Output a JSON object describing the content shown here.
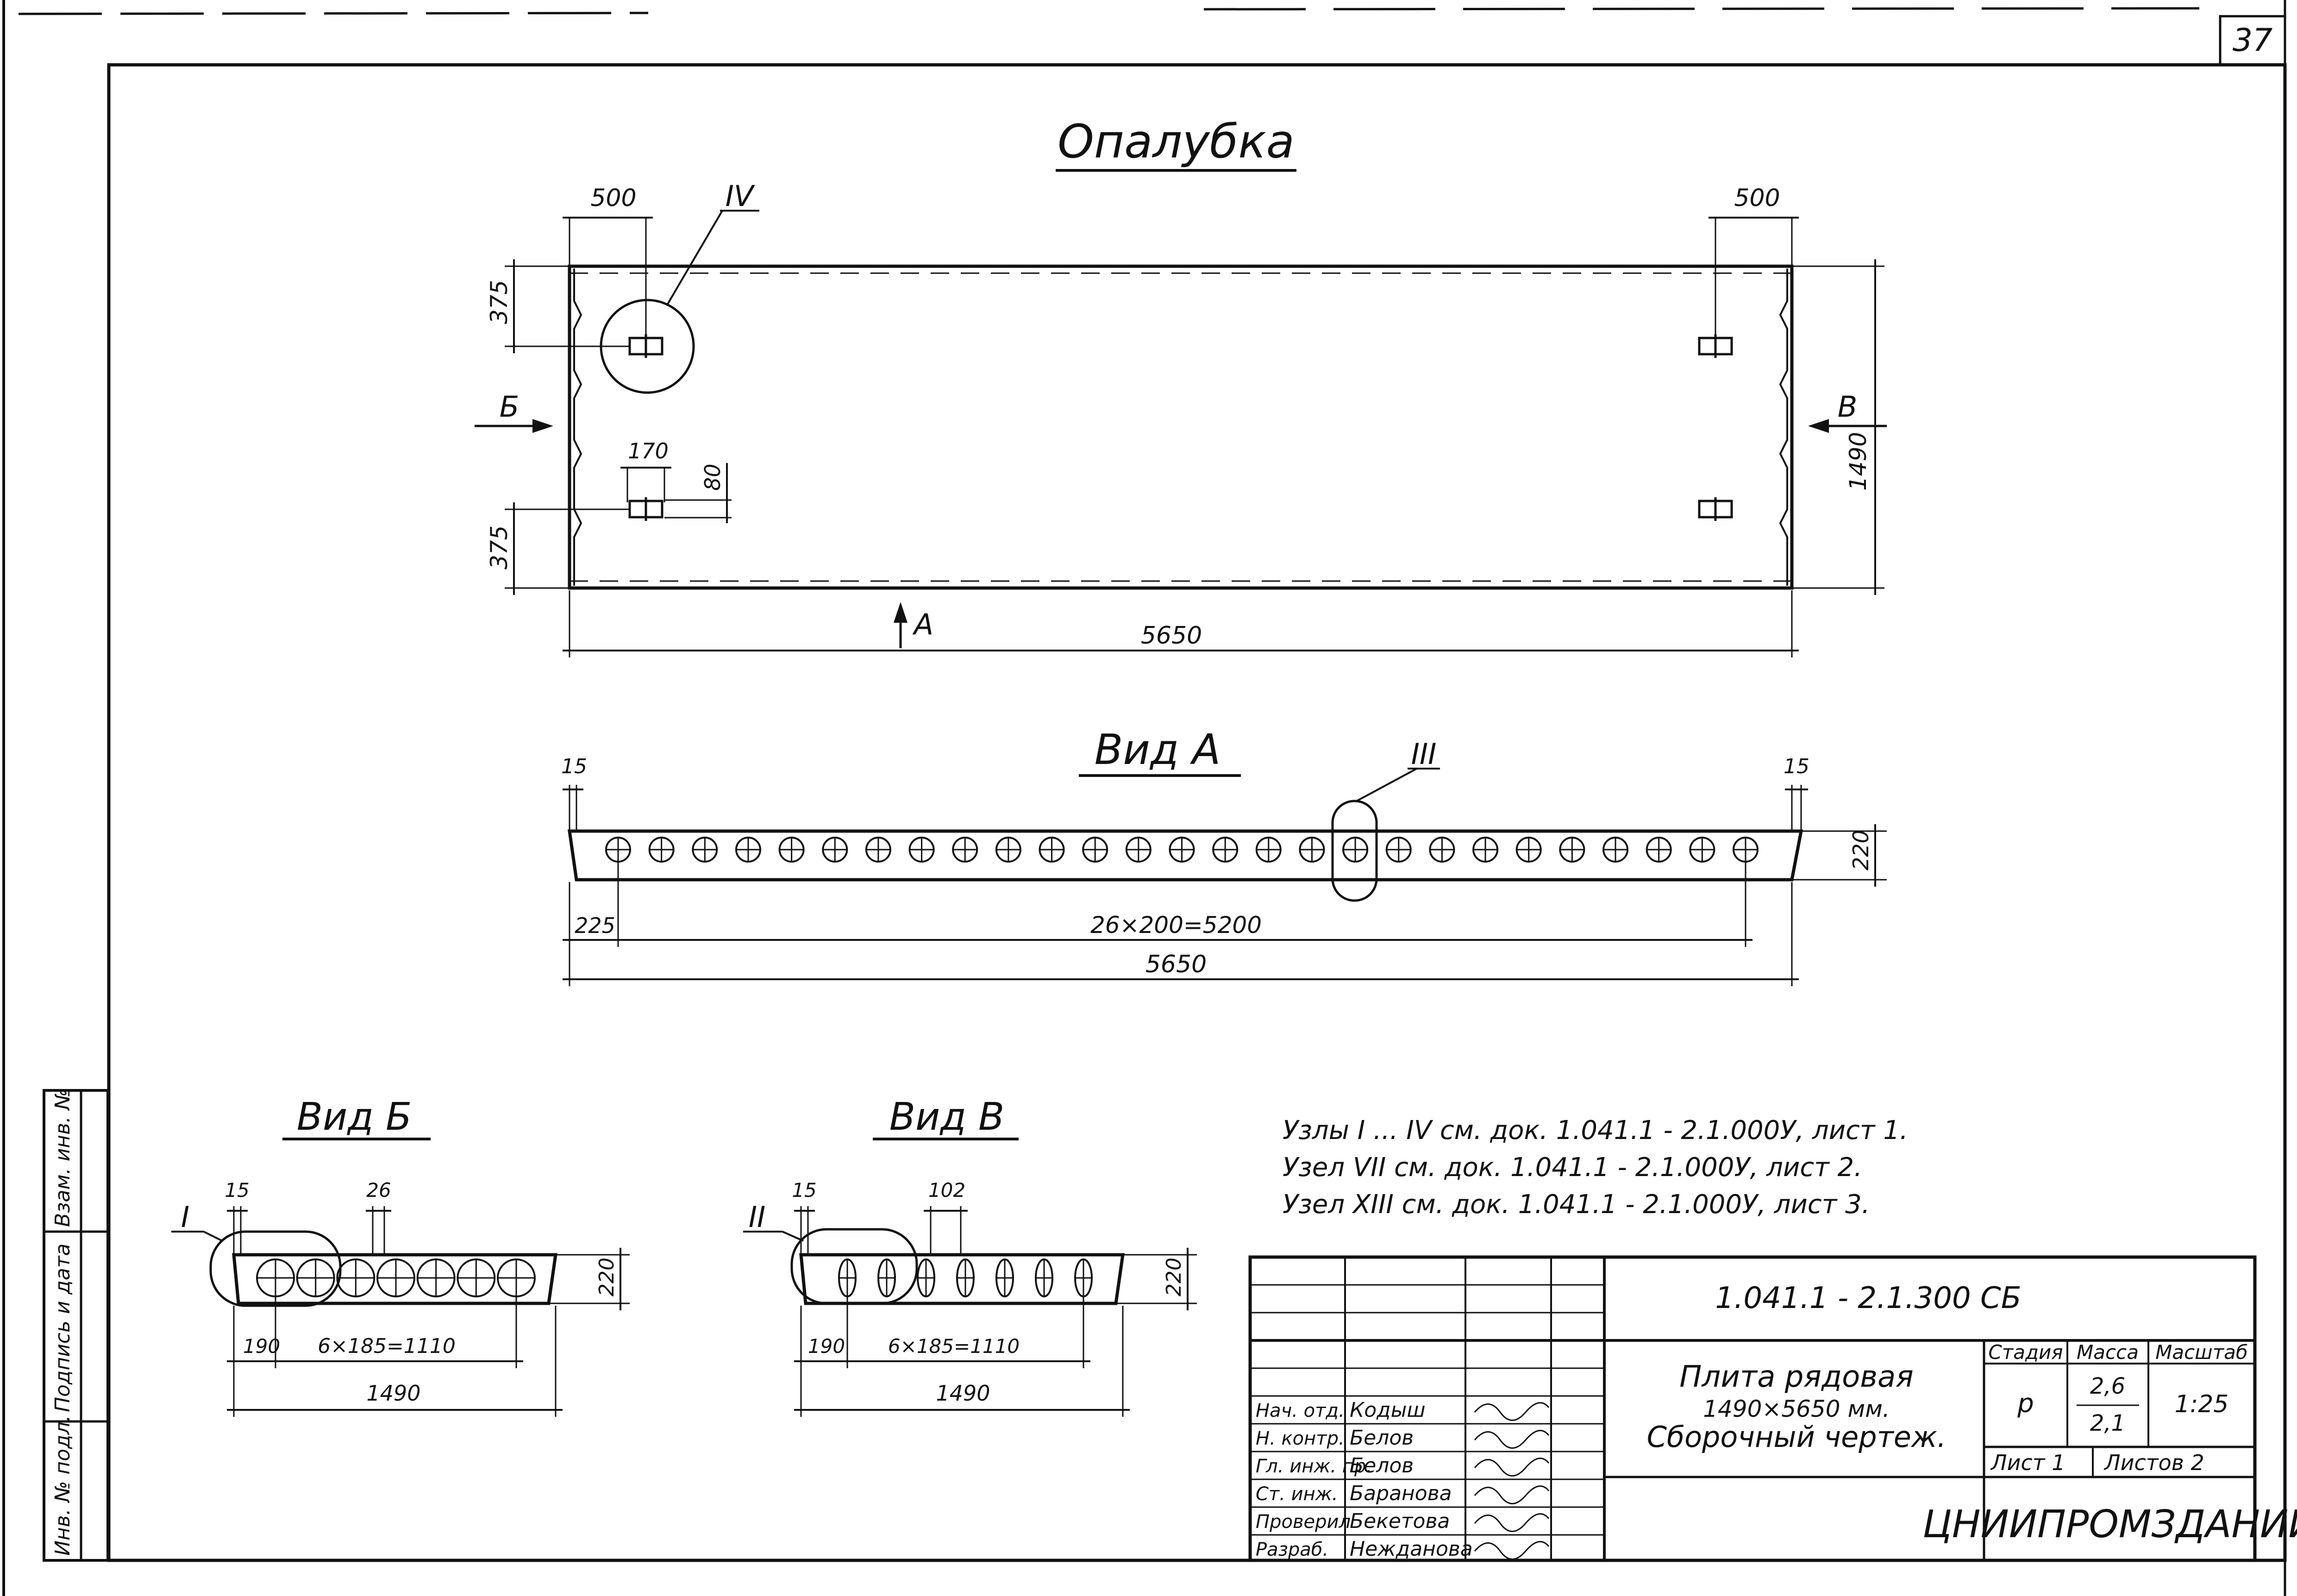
{
  "sheet_number": "37",
  "formwork": {
    "title": "Опалубка",
    "dim_top_left": "500",
    "dim_top_right": "500",
    "node_label": "IV",
    "dim_side_top": "375",
    "dim_side_bottom": "375",
    "dim_slot_length": "170",
    "dim_slot_width": "80",
    "dim_height": "1490",
    "dim_length": "5650",
    "view_b_arrow": "Б",
    "view_v_arrow": "В",
    "view_a_arrow": "А"
  },
  "view_a": {
    "title": "Вид А",
    "node_label": "III",
    "dim_edge_left": "15",
    "dim_edge_right": "15",
    "dim_thickness": "220",
    "dim_first_hole": "225",
    "dim_holes": "26×200=5200",
    "dim_length": "5650",
    "hole_count": 27
  },
  "view_b": {
    "title": "Вид Б",
    "node_label": "I",
    "dim_edge": "15",
    "dim_gap": "26",
    "dim_thickness": "220",
    "dim_first": "190",
    "dim_holes": "6×185=1110",
    "dim_width": "1490",
    "hole_count": 7
  },
  "view_v": {
    "title": "Вид В",
    "node_label": "II",
    "dim_edge": "15",
    "dim_gap": "102",
    "dim_thickness": "220",
    "dim_first": "190",
    "dim_holes": "6×185=1110",
    "dim_width": "1490",
    "hole_count": 7
  },
  "notes": [
    "Узлы I ... IV см. док. 1.041.1 - 2.1.000У, лист 1.",
    "Узел VII см. док. 1.041.1 - 2.1.000У, лист 2.",
    "Узел XIII см. док. 1.041.1 - 2.1.000У, лист 3."
  ],
  "side_stamp": [
    "Инв. № подл.",
    "Подпись и дата",
    "Взам. инв. №"
  ],
  "title_block": {
    "document_code": "1.041.1 - 2.1.300 СБ",
    "product_title": [
      "Плита рядовая",
      "1490×5650 мм.",
      "Сборочный чертеж."
    ],
    "stage_header": "Стадия",
    "mass_header": "Масса",
    "scale_header": "Масштаб",
    "stage": "р",
    "mass_top": "2,6",
    "mass_bottom": "2,1",
    "scale": "1:25",
    "sheet": "Лист 1",
    "sheets": "Листов 2",
    "organization": "ЦНИИПРОМЗДАНИЙ",
    "staff": [
      {
        "role": "Нач. отд.",
        "name": "Кодыш"
      },
      {
        "role": "Н. контр.",
        "name": "Белов"
      },
      {
        "role": "Гл. инж. пр.",
        "name": "Белов"
      },
      {
        "role": "Ст. инж.",
        "name": "Баранова"
      },
      {
        "role": "Проверил",
        "name": "Бекетова"
      },
      {
        "role": "Разраб.",
        "name": "Нежданова"
      }
    ]
  }
}
